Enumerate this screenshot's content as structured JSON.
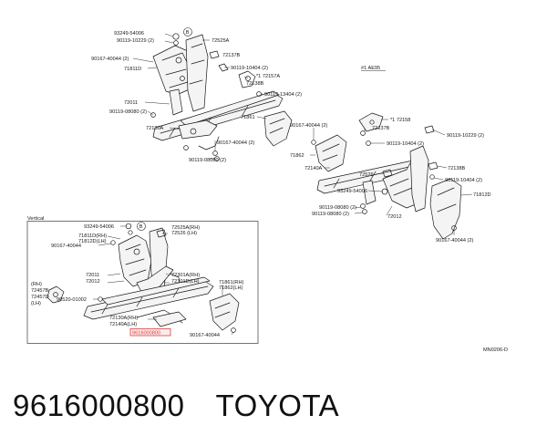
{
  "upper_assembly": {
    "callout_letter": "B",
    "labels": [
      "93249-54006",
      "90119-10229 (2)",
      "90167-40044 (2)",
      "71811D",
      "72525A",
      "72137B",
      "90119-10404 (2)",
      "*1 72157A",
      "72138B",
      "90119-13404 (2)",
      "72011",
      "90119-08080 (2)",
      "71861",
      "72130A",
      "90167-40044 (2)",
      "90119-08080 (2)"
    ],
    "model_note": "#1 AE95"
  },
  "right_assembly": {
    "labels": [
      "90167-40044 (2)",
      "*1 72158",
      "72137B",
      "90119-10229 (2)",
      "90119-10404 (2)",
      "71862",
      "72138B",
      "72140A",
      "72526",
      "90119-10404 (2)",
      "71812D",
      "93249-54006",
      "90119-08080 (2)",
      "90119-08080 (2)",
      "72012",
      "90167-40044 (2)"
    ]
  },
  "inset": {
    "title": "Vertical",
    "callout_letter": "B",
    "labels": [
      "93249-54006",
      "72525A(RH)",
      "72526 (LH)",
      "71811D(RH)",
      "71812D(LH)",
      "90167-40044",
      "72011",
      "72012",
      "72301A(RH)",
      "72301D(LH)",
      "(RH)",
      "72457B",
      "72457D",
      "(LH)",
      "90520-01002",
      "71861(RH)",
      "71862(LH)",
      "72130A(RH)",
      "72140A(LH)",
      "90167-40044"
    ],
    "highlight_label": "9616000800"
  },
  "reference_code": "MN0206-D",
  "caption": {
    "part_number": "9616000800",
    "brand": "TOYOTA"
  }
}
